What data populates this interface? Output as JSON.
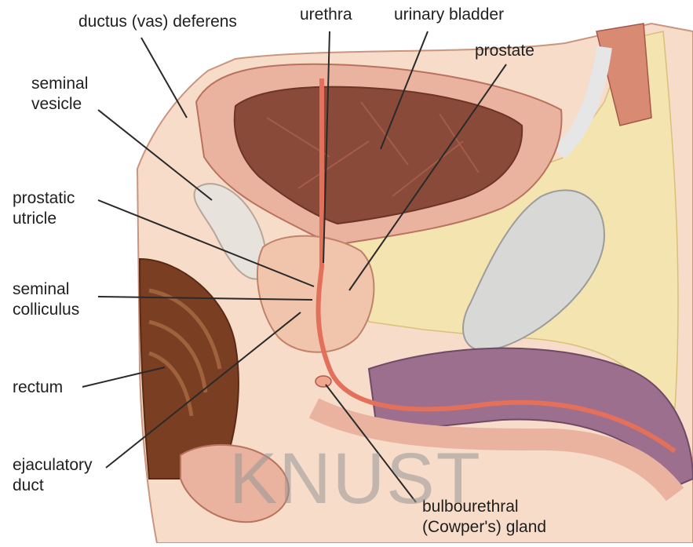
{
  "labels": {
    "ductus_deferens": "ductus (vas) deferens",
    "urethra": "urethra",
    "urinary_bladder": "urinary bladder",
    "prostate": "prostate",
    "seminal_vesicle": [
      "seminal",
      "vesicle"
    ],
    "prostatic_utricle": [
      "prostatic",
      "utricle"
    ],
    "seminal_colliculus": [
      "seminal",
      "colliculus"
    ],
    "rectum": "rectum",
    "ejaculatory_duct": [
      "ejaculatory",
      "duct"
    ],
    "bulbourethral_gland": [
      "bulbourethral",
      "(Cowper's) gland"
    ]
  },
  "watermark": "KNUST",
  "colors": {
    "bladder_interior": "#8a4a3a",
    "tissue_pink": "#e9b39e",
    "tissue_light": "#f4d3c2",
    "fat_yellow": "#f4e4b0",
    "rectum_brown": "#7a3f22",
    "penis_purple": "#9c6f8f",
    "bone_gray": "#d8d8d6",
    "urethra_orange": "#e2705a",
    "leader_line": "#2a2a2a"
  }
}
